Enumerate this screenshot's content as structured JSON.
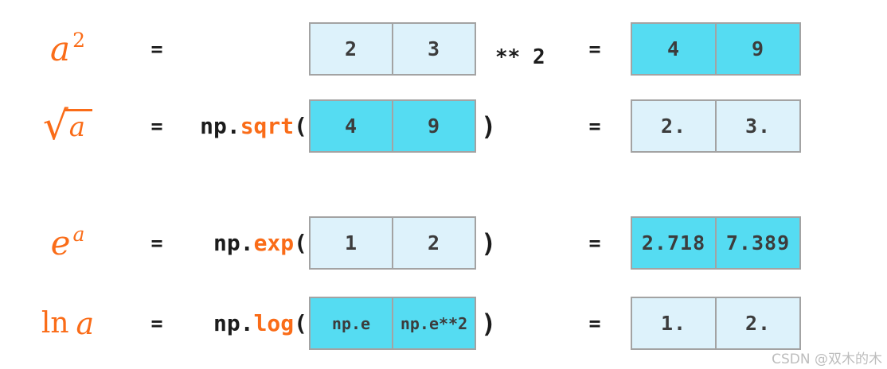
{
  "palette": {
    "light": "#ddf2fb",
    "bright": "#55dcf2",
    "border": "#a3a3a3",
    "orange": "#fa6c18",
    "code_black": "#1c1c1c",
    "cell_text": "#3c3c3c",
    "watermark_gray": "#bdbdbd"
  },
  "watermark": {
    "text": "CSDN @双木的木"
  },
  "rows": [
    {
      "label": {
        "base": "a",
        "sup": "2"
      },
      "eq1": "=",
      "input": {
        "style": "light",
        "cells": [
          "2",
          "3"
        ]
      },
      "op_after": "** 2",
      "eq2": "=",
      "output": {
        "style": "bright",
        "cells": [
          "4",
          "9"
        ]
      }
    },
    {
      "label": {
        "radical": "√",
        "base": "a"
      },
      "eq1": "=",
      "code": {
        "module": "np.",
        "func": "sqrt",
        "paren": "("
      },
      "input": {
        "style": "bright",
        "cells": [
          "4",
          "9"
        ]
      },
      "op_after": ")",
      "eq2": "=",
      "output": {
        "style": "light",
        "cells": [
          "2.",
          "3."
        ]
      }
    },
    {
      "label": {
        "base": "e",
        "sup": "a"
      },
      "eq1": "=",
      "code": {
        "module": "np.",
        "func": "exp",
        "paren": "("
      },
      "input": {
        "style": "light",
        "cells": [
          "1",
          "2"
        ]
      },
      "op_after": ")",
      "eq2": "=",
      "output": {
        "style": "bright",
        "cells": [
          "2.718",
          "7.389"
        ]
      }
    },
    {
      "label": {
        "prefix": "ln",
        "base": "a"
      },
      "eq1": "=",
      "code": {
        "module": "np.",
        "func": "log",
        "paren": "("
      },
      "input": {
        "style": "bright",
        "cells": [
          "np.e",
          "np.e**2"
        ]
      },
      "op_after": ")",
      "eq2": "=",
      "output": {
        "style": "light",
        "cells": [
          "1.",
          "2."
        ]
      }
    }
  ]
}
